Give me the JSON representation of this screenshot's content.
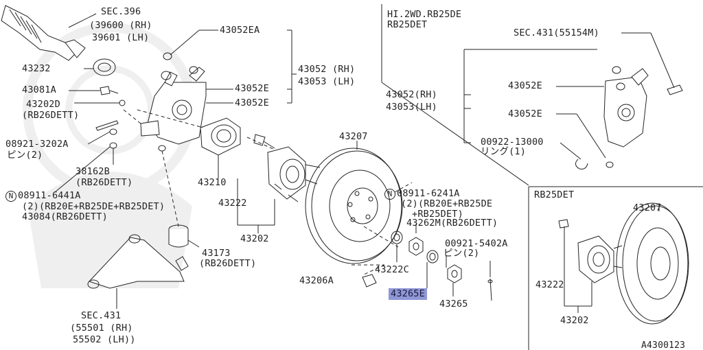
{
  "figure_id": "A4300123",
  "header": {
    "line1": "HI.2WD.RB25DE",
    "line2": "RB25DET",
    "rb25det_box": "RB25DET"
  },
  "highlighted_part": "43265E",
  "labels": {
    "sec396": "SEC.396",
    "p39600": "(39600 (RH)",
    "p39601": "39601 (LH)",
    "p43052ea": "43052EA",
    "p43052rh": "43052 (RH)",
    "p43053lh": "43053 (LH)",
    "p43052e_a": "43052E",
    "p43052e_b": "43052E",
    "p43232": "43232",
    "p43081a": "43081A",
    "p43202d": "43202D",
    "rb26dett_1": "(RB26DETT)",
    "p08921": "08921-3202A",
    "pin2_a": "ピン(2)",
    "p38162b": "38162B",
    "rb26dett_2": "(RB26DETT)",
    "n_mark_1": "N",
    "p08911_6441a": "08911-6441A",
    "qty_note_1": "(2)(RB20E+RB25DE+RB25DET)",
    "p43084": "43084(RB26DETT)",
    "p43210": "43210",
    "p43222_main": "43222",
    "p43202_main": "43202",
    "p43207_main": "43207",
    "p43173": "43173",
    "rb26dett_3": "(RB26DETT)",
    "sec431_main": "SEC.431",
    "p55501": "(55501 (RH)",
    "p55502": "55502 (LH))",
    "n_mark_2": "N",
    "p08911_6241a": "08911-6241A",
    "qty_note_2": "(2)(RB20E+RB25DE",
    "qty_note_2b": "+RB25DET)",
    "p43262m": "43262M(RB26DETT)",
    "p00921": "00921-5402A",
    "pin2_b": "ピン(2)",
    "p43222c": "43222C",
    "p43206a": "43206A",
    "p43265": "43265",
    "sec431_inset": "SEC.431(55154M)",
    "inset_43052e_a": "43052E",
    "inset_43052rh": "43052(RH)",
    "inset_43053lh": "43053(LH)",
    "inset_43052e_b": "43052E",
    "p00922": "00922-13000",
    "ring1": "リング(1)",
    "rb_43207": "43207",
    "rb_43222": "43222",
    "rb_43202": "43202"
  }
}
